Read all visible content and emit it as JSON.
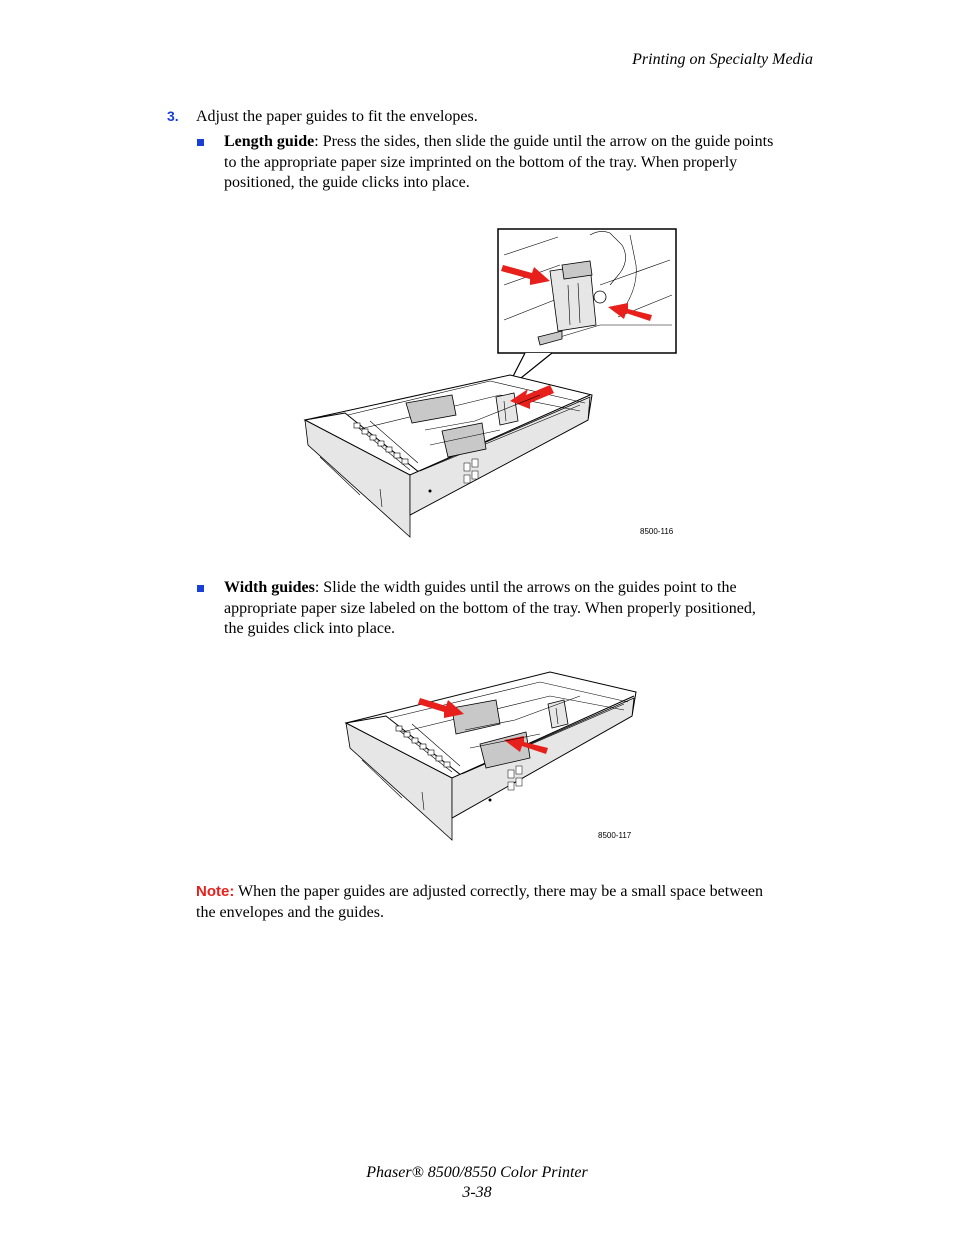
{
  "header": {
    "title": "Printing on Specialty Media"
  },
  "step": {
    "number": "3.",
    "text": "Adjust the paper guides to fit the envelopes."
  },
  "bullets": [
    {
      "term": "Length guide",
      "line1": ": Press the sides, then slide the guide until the arrow on the guide points",
      "line2": "to the appropriate paper size imprinted on the bottom of the tray. When properly",
      "line3": "positioned, the guide clicks into place."
    },
    {
      "term": "Width guides",
      "line1": ": Slide the width guides until the arrows on the guides point to the",
      "line2": "appropriate paper size labeled on the bottom of the tray. When properly positioned,",
      "line3": "the guides click into place."
    }
  ],
  "figures": [
    {
      "label": "8500-116"
    },
    {
      "label": "8500-117"
    }
  ],
  "note": {
    "label": "Note:",
    "line1": " When the paper guides are adjusted correctly, there may be a small space between",
    "line2": "the envelopes and the guides."
  },
  "footer": {
    "line1": "Phaser® 8500/8550 Color Printer",
    "line2": "3-38"
  },
  "colors": {
    "accent_blue": "#1a3fd6",
    "note_red": "#e8201c",
    "arrow_red": "#e8201c"
  }
}
